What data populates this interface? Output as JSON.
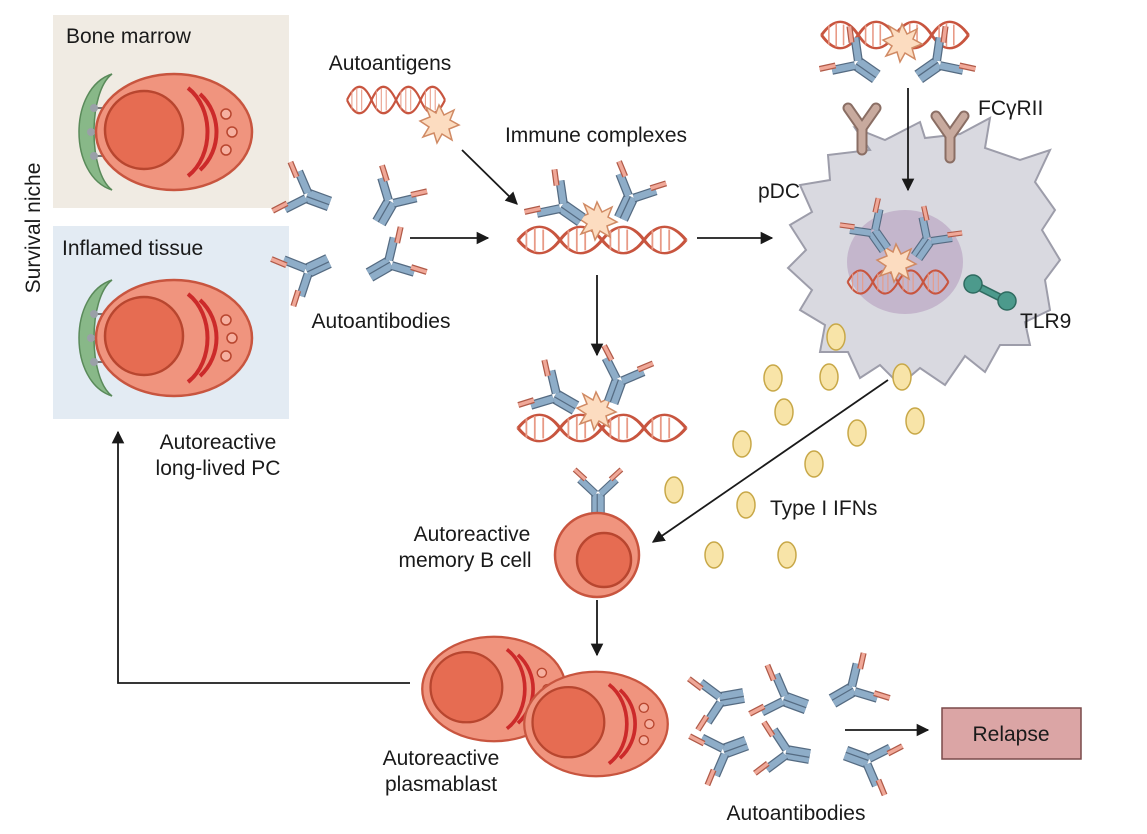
{
  "labels": {
    "survival_niche": "Survival niche",
    "bone_marrow": "Bone marrow",
    "inflamed_tissue": "Inflamed tissue",
    "autoreactive_pc_line1": "Autoreactive",
    "autoreactive_pc_line2": "long-lived PC",
    "autoantigens": "Autoantigens",
    "immune_complexes": "Immune complexes",
    "autoantibodies_top": "Autoantibodies",
    "pdc": "pDC",
    "fcgrii": "FCγRII",
    "tlr9": "TLR9",
    "type1_ifns": "Type I IFNs",
    "memory_b_line1": "Autoreactive",
    "memory_b_line2": "memory B cell",
    "plasmablast_line1": "Autoreactive",
    "plasmablast_line2": "plasmablast",
    "autoantibodies_bottom": "Autoantibodies",
    "relapse": "Relapse"
  },
  "colors": {
    "bone_marrow_bg": "#f0ebe3",
    "inflamed_tissue_bg": "#e3ebf3",
    "cell_fill": "#f0947e",
    "cell_stroke": "#c8553f",
    "nucleus_fill": "#e66c52",
    "er_red": "#cc2a2a",
    "antibody_blue": "#8eadc8",
    "antibody_pink": "#f0a898",
    "dna_strand": "#c8553f",
    "antigen_fill": "#fcdcc0",
    "pdc_fill": "#d9d9e0",
    "pdc_endosome": "#c4b6cc",
    "fc_receptor": "#b89a8e",
    "tlr9": "#4c9a8c",
    "ifn_fill": "#f8e4a8",
    "relapse_fill": "#dba5a5",
    "niche_support_green": "#88b888"
  }
}
